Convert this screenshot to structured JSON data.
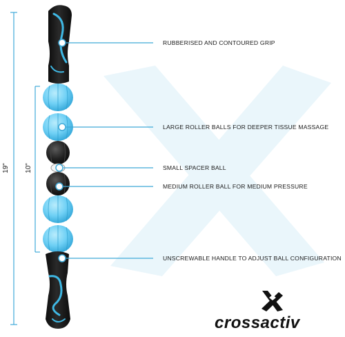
{
  "annotations": [
    {
      "id": "grip",
      "text": "RUBBERISED AND CONTOURED GRIP"
    },
    {
      "id": "large",
      "text": "LARGE ROLLER BALLS FOR DEEPER TISSUE MASSAGE"
    },
    {
      "id": "spacer",
      "text": "SMALL SPACER BALL"
    },
    {
      "id": "medium",
      "text": "MEDIUM ROLLER BALL FOR MEDIUM PRESSURE"
    },
    {
      "id": "handle",
      "text": "UNSCREWABLE HANDLE TO ADJUST BALL CONFIGURATION"
    }
  ],
  "dimensions": {
    "overall": "19\"",
    "balls": "10\""
  },
  "brand": {
    "name": "crossactiv",
    "logo_icon": "crossed-x-logo-icon"
  },
  "colors": {
    "accent": "#3fb8e4",
    "ball_light": "#7fd6f7",
    "ball_dark": "#1f1f1f",
    "handle": "#161616",
    "line": "#3fa9d8",
    "watermark": "#eaf6fb"
  }
}
